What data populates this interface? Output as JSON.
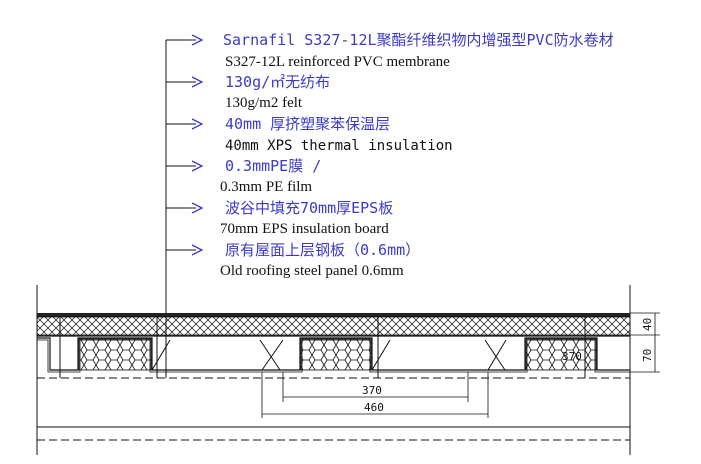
{
  "layers": [
    {
      "cn": "Sarnafil S327-12L聚酯纤维织物内增强型PVC防水卷材",
      "en": "S327-12L reinforced PVC membrane"
    },
    {
      "cn": "130g/㎡无纺布",
      "en": "130g/m2 felt"
    },
    {
      "cn": "40mm 厚挤塑聚苯保温层",
      "en": "40mm XPS thermal insulation"
    },
    {
      "cn": "0.3mmPE膜 /",
      "en": "0.3mm PE film"
    },
    {
      "cn": "波谷中填充70mm厚EPS板",
      "en": "70mm EPS insulation board"
    },
    {
      "cn": "原有屋面上层钢板（0.6mm）",
      "en": "Old roofing steel panel 0.6mm"
    }
  ],
  "dimensions": {
    "top_thickness": "40",
    "bottom_thickness": "70",
    "inner_width": "370",
    "inner_width_repeat": "370",
    "outer_width": "460"
  },
  "colors": {
    "leader": "#3b3bc8",
    "ink": "#111111",
    "hatch_fill": "#ffffff"
  }
}
